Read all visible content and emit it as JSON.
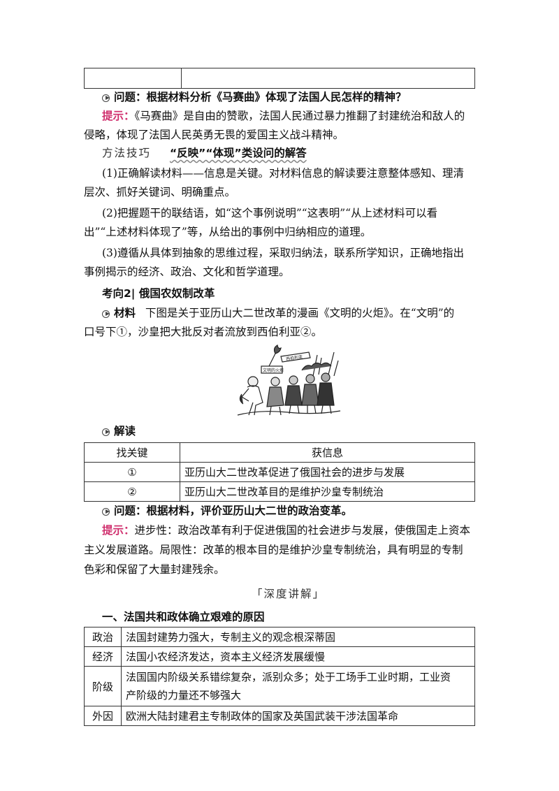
{
  "q1": {
    "label": "问题：",
    "text": "根据材料分析《马赛曲》体现了法国人民怎样的精神？"
  },
  "a1": {
    "label": "提示：",
    "line1": "《马赛曲》是自由的赞歌，法国人民通过暴力推翻了封建统治和敌人的",
    "line2": "侵略，体现了法国人民英勇无畏的爱国主义战斗精神。"
  },
  "method": {
    "tag": "方法技巧",
    "title": "“反映”“体现”类设问的解答",
    "p1_line1": "(1)正确解读材料——信息是关键。对材料信息的解读要注意整体感知、理清",
    "p1_line2": "层次、抓好关键词、明确重点。",
    "p2_line1": "(2)把握题干的联结语，如“这个事例说明”“这表明”“从上述材料可以看",
    "p2_line2": "出”“上述材料体现了”等，从给出的事例中归纳相应的道理。",
    "p3_line1": "(3)遵循从具体到抽象的思维过程，采取归纳法，联系所学知识，正确地指出",
    "p3_line2": "事例揭示的经济、政治、文化和哲学道理。"
  },
  "kaoxiang": {
    "title": "考向2| 俄国农奴制改革"
  },
  "material": {
    "label": "材料",
    "line1": "下图是关于亚历山大二世改革的漫画《文明的火炬》。在“文明”的",
    "line2": "口号下①，沙皇把大批反对者流放到西伯利亚②。"
  },
  "cartoon": {
    "sign1": "文明的火炬",
    "sign2": "西伯利亚"
  },
  "jiedu": {
    "label": "解读",
    "headers": [
      "找关键",
      "获信息"
    ],
    "rows": [
      {
        "key": "①",
        "info": "亚历山大二世改革促进了俄国社会的进步与发展"
      },
      {
        "key": "②",
        "info": "亚历山大二世改革目的是维护沙皇专制统治"
      }
    ]
  },
  "q2": {
    "label": "问题：",
    "text": "根据材料，评价亚历山大二世的政治变革。"
  },
  "a2": {
    "label": "提示：",
    "line1": "进步性：政治改革有利于促进俄国的社会进步与发展，使俄国走上资本",
    "line2": "主义发展道路。局限性：改革的根本目的是维护沙皇专制统治，具有明显的专制",
    "line3": "色彩和保留了大量封建残余。"
  },
  "section": {
    "title": "深度讲解"
  },
  "reasons": {
    "heading": "一、法国共和政体确立艰难的原因",
    "rows": [
      {
        "key": "政治",
        "lines": [
          "法国封建势力强大，专制主义的观念根深蒂固"
        ]
      },
      {
        "key": "经济",
        "lines": [
          "法国小农经济发达，资本主义经济发展缓慢"
        ]
      },
      {
        "key": "阶级",
        "lines": [
          "法国国内阶级关系错综复杂，派别众多；处于工场手工业时期，工业资",
          "产阶级的力量还不够强大"
        ]
      },
      {
        "key": "外因",
        "lines": [
          "欧洲大陆封建君主专制政体的国家及英国武装干涉法国革命"
        ]
      }
    ]
  }
}
